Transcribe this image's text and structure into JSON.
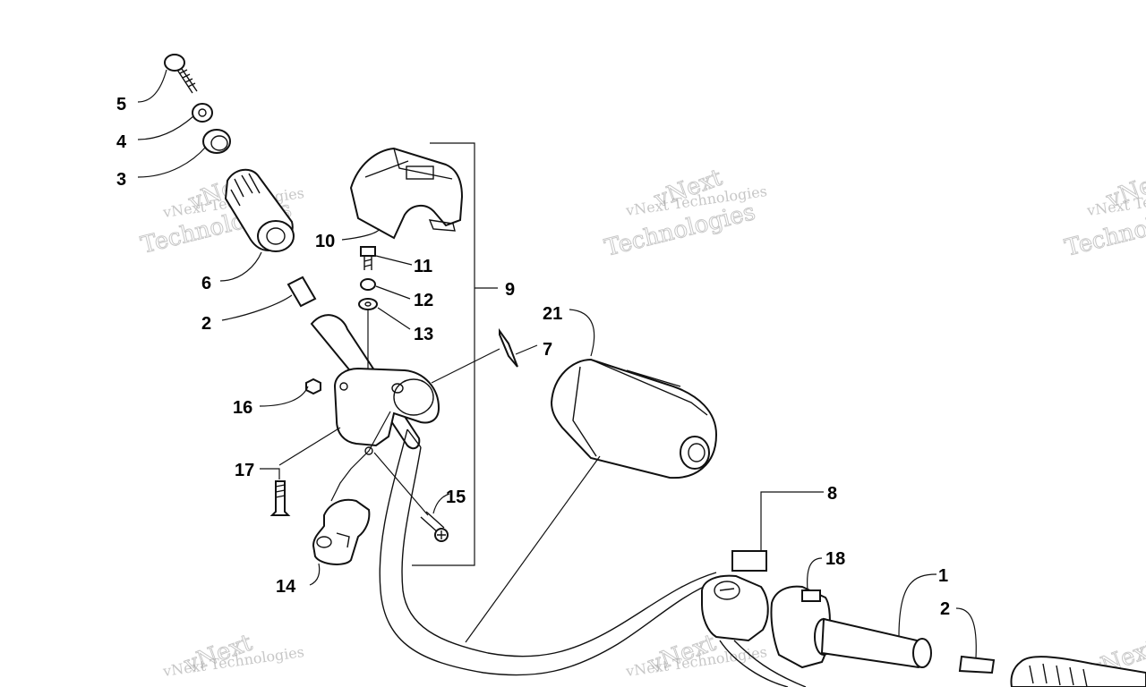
{
  "watermark": {
    "line1": "vNext Technologies",
    "line2": "Technologies",
    "line3": "vNext"
  },
  "callouts": {
    "c5": "5",
    "c4": "4",
    "c3": "3",
    "c6": "6",
    "c2a": "2",
    "c10": "10",
    "c11": "11",
    "c12": "12",
    "c13": "13",
    "c9": "9",
    "c21": "21",
    "c7": "7",
    "c16": "16",
    "c17": "17",
    "c15": "15",
    "c14": "14",
    "c8": "8",
    "c18": "18",
    "c1": "1",
    "c2b": "2"
  }
}
